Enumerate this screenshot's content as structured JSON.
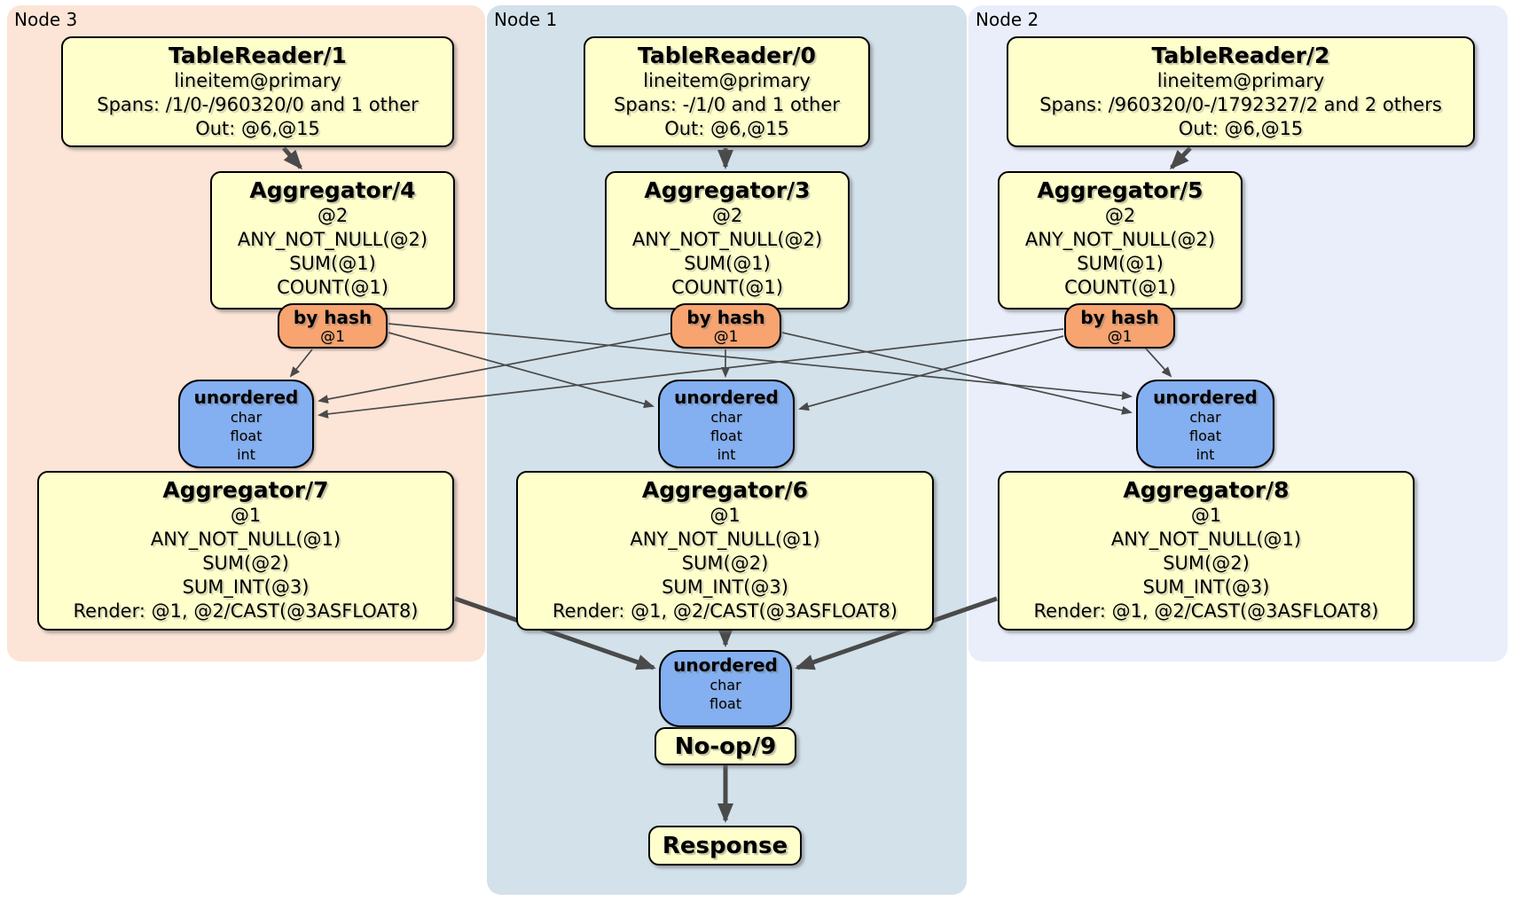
{
  "panels": [
    {
      "label": "Node 3"
    },
    {
      "label": "Node 1"
    },
    {
      "label": "Node 2"
    }
  ],
  "processors": {
    "tr1": {
      "title": "TableReader/1",
      "lines": [
        "lineitem@primary",
        "Spans: /1/0-/960320/0 and 1 other",
        "Out: @6,@15"
      ]
    },
    "tr0": {
      "title": "TableReader/0",
      "lines": [
        "lineitem@primary",
        "Spans: -/1/0 and 1 other",
        "Out: @6,@15"
      ]
    },
    "tr2": {
      "title": "TableReader/2",
      "lines": [
        "lineitem@primary",
        "Spans: /960320/0-/1792327/2 and 2 others",
        "Out: @6,@15"
      ]
    },
    "agg4": {
      "title": "Aggregator/4",
      "lines": [
        "@2",
        "ANY_NOT_NULL(@2)",
        "SUM(@1)",
        "COUNT(@1)"
      ]
    },
    "agg3": {
      "title": "Aggregator/3",
      "lines": [
        "@2",
        "ANY_NOT_NULL(@2)",
        "SUM(@1)",
        "COUNT(@1)"
      ]
    },
    "agg5": {
      "title": "Aggregator/5",
      "lines": [
        "@2",
        "ANY_NOT_NULL(@2)",
        "SUM(@1)",
        "COUNT(@1)"
      ]
    },
    "agg7": {
      "title": "Aggregator/7",
      "lines": [
        "@1",
        "ANY_NOT_NULL(@1)",
        "SUM(@2)",
        "SUM_INT(@3)",
        "Render: @1, @2/CAST(@3ASFLOAT8)"
      ]
    },
    "agg6": {
      "title": "Aggregator/6",
      "lines": [
        "@1",
        "ANY_NOT_NULL(@1)",
        "SUM(@2)",
        "SUM_INT(@3)",
        "Render: @1, @2/CAST(@3ASFLOAT8)"
      ]
    },
    "agg8": {
      "title": "Aggregator/8",
      "lines": [
        "@1",
        "ANY_NOT_NULL(@1)",
        "SUM(@2)",
        "SUM_INT(@3)",
        "Render: @1, @2/CAST(@3ASFLOAT8)"
      ]
    },
    "noop": {
      "title": "No-op/9"
    },
    "response": {
      "title": "Response"
    }
  },
  "routers": {
    "hashL": {
      "label": "by hash",
      "key": "@1"
    },
    "hashC": {
      "label": "by hash",
      "key": "@1"
    },
    "hashR": {
      "label": "by hash",
      "key": "@1"
    }
  },
  "syncs": {
    "syncL": {
      "label": "unordered",
      "types": [
        "char",
        "float",
        "int"
      ]
    },
    "syncC": {
      "label": "unordered",
      "types": [
        "char",
        "float",
        "int"
      ]
    },
    "syncR": {
      "label": "unordered",
      "types": [
        "char",
        "float",
        "int"
      ]
    },
    "syncBottom": {
      "label": "unordered",
      "types": [
        "char",
        "float"
      ]
    }
  },
  "colors": {
    "node3_bg": "#fce4d6",
    "node1_bg": "#d2e1ea",
    "node2_bg": "#e9eefa",
    "processor_bg": "#ffffcc",
    "router_bg": "#f7a470",
    "sync_bg": "#84b0f2",
    "edge": "#4a4a4a"
  }
}
